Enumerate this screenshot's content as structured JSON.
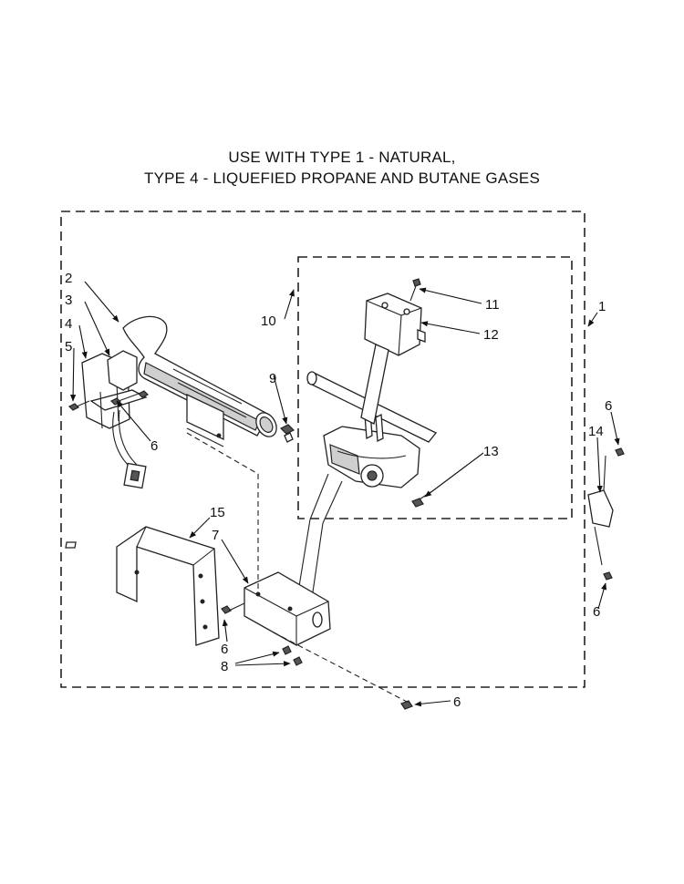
{
  "title": {
    "line1": "USE WITH TYPE 1 - NATURAL,",
    "line2": "TYPE 4 - LIQUEFIED PROPANE AND BUTANE GASES"
  },
  "callouts": {
    "c1": "1",
    "c2": "2",
    "c3": "3",
    "c4": "4",
    "c5": "5",
    "c6a": "6",
    "c6b": "6",
    "c6c": "6",
    "c6d": "6",
    "c6e": "6",
    "c7": "7",
    "c8": "8",
    "c9": "9",
    "c10": "10",
    "c11": "11",
    "c12": "12",
    "c13": "13",
    "c14": "14",
    "c15": "15"
  }
}
